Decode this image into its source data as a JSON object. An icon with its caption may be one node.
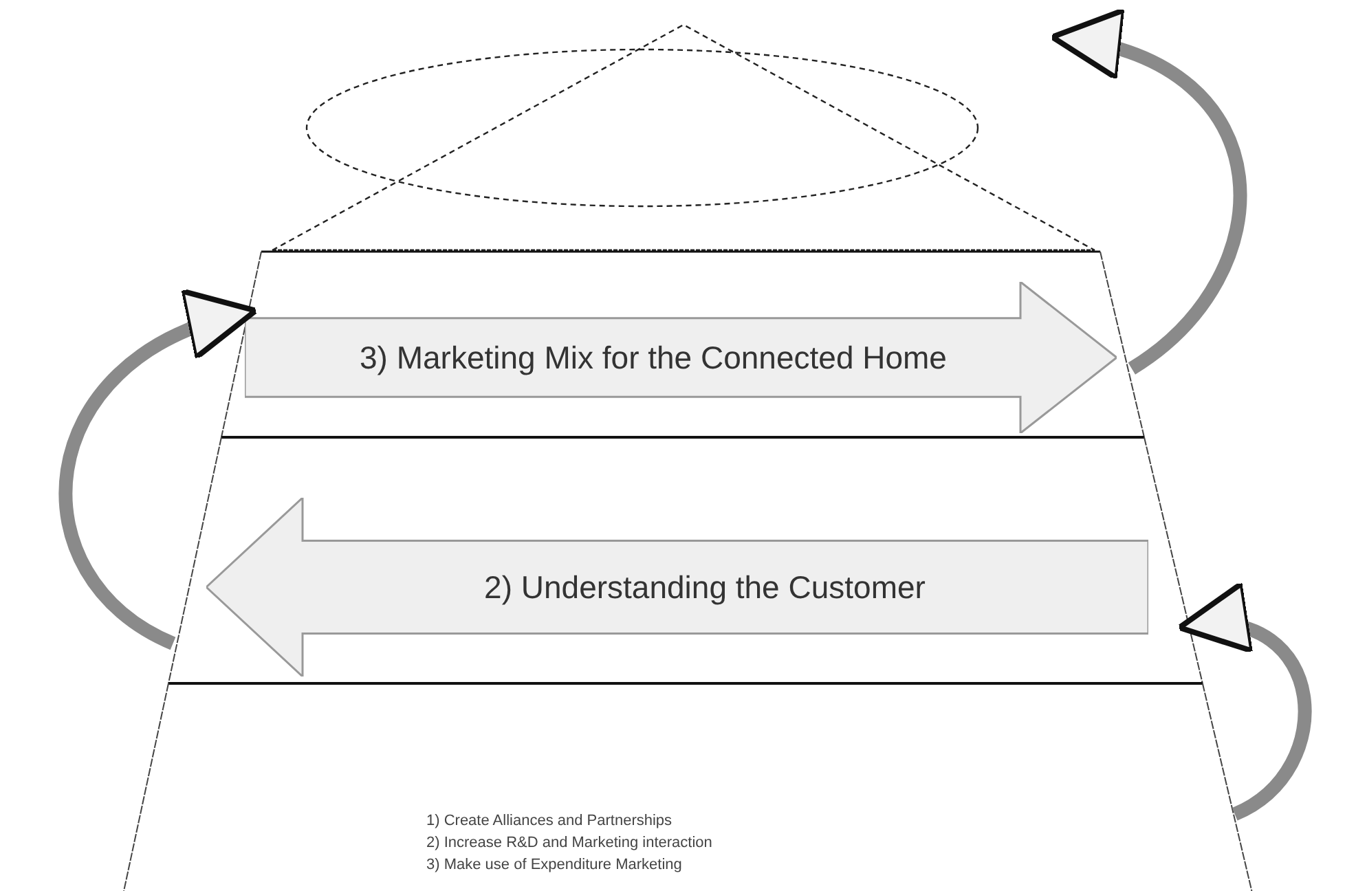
{
  "diagram": {
    "nodes": [
      {
        "text": [],
        "shape": "triangle"
      },
      {
        "text": [],
        "shape": "trapezoid"
      },
      {
        "text": [
          "3) Marketing Mix for the Connected Home"
        ],
        "in": 1
      },
      {
        "text": [],
        "shape": "trapezoid"
      },
      {
        "text": [
          "2) Understanding the Customer"
        ],
        "in": 3
      },
      {
        "text": [
          "1) Create Alliances and Partnerships",
          "2) Increase R&D and Marketing interaction",
          "3) Make use of Expenditure Marketing"
        ]
      }
    ],
    "edges": [
      {
        "from": 5,
        "to": 3,
        "arrow": "to"
      },
      {
        "from": 3,
        "to": 1,
        "arrow": "to"
      },
      {
        "from": 1,
        "to": 0,
        "arrow": "to"
      }
    ]
  }
}
